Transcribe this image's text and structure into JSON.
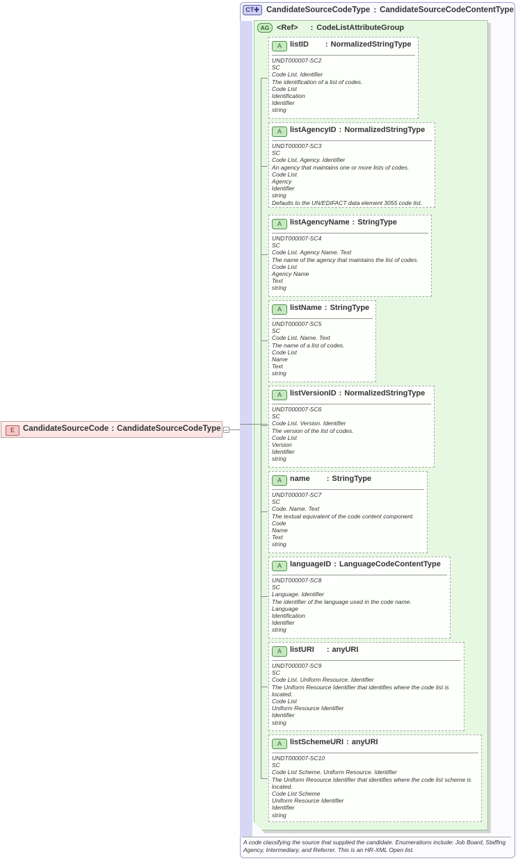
{
  "element": {
    "badge": "E",
    "name": "CandidateSourceCode",
    "type": "CandidateSourceCodeType",
    "collapse_glyph": "−"
  },
  "complex_type": {
    "badge": "CT",
    "name": "CandidateSourceCodeType",
    "type": "CandidateSourceCodeContentType",
    "documentation": "A code classifying the source that supplied the candidate. Enumerations include: Job Board, Staffing Agency, Intermediary, and Referrer. This is an HR-XML Open list."
  },
  "attribute_group": {
    "badge": "AG",
    "ref": "<Ref>",
    "name": "CodeListAttributeGroup"
  },
  "attributes": [
    {
      "badge": "A",
      "name": "listID",
      "type": "NormalizedStringType",
      "doc": [
        "UNDT000007-SC2",
        "SC",
        "Code List. Identifier",
        "The identification of a list of codes.",
        "Code List",
        "Identification",
        "Identifier",
        "string"
      ]
    },
    {
      "badge": "A",
      "name": "listAgencyID",
      "type": "NormalizedStringType",
      "doc": [
        "UNDT000007-SC3",
        "SC",
        "Code List. Agency. Identifier",
        "An agency that maintains one or more lists of codes.",
        "Code List",
        "Agency",
        "Identifier",
        "string",
        "Defaults to the UN/EDIFACT data element 3055 code list."
      ]
    },
    {
      "badge": "A",
      "name": "listAgencyName",
      "type": "StringType",
      "doc": [
        "UNDT000007-SC4",
        "SC",
        "Code List. Agency Name. Text",
        "The name of the agency that maintains the list of codes.",
        "Code List",
        "Agency Name",
        "Text",
        "string"
      ]
    },
    {
      "badge": "A",
      "name": "listName",
      "type": "StringType",
      "doc": [
        "UNDT000007-SC5",
        "SC",
        "Code List. Name. Text",
        "The name of a list of codes.",
        "Code List",
        "Name",
        "Text",
        "string"
      ]
    },
    {
      "badge": "A",
      "name": "listVersionID",
      "type": "NormalizedStringType",
      "doc": [
        "UNDT000007-SC6",
        "SC",
        "Code List. Version. Identifier",
        "The version of the list of codes.",
        "Code List",
        "Version",
        "Identifier",
        "string"
      ]
    },
    {
      "badge": "A",
      "name": "name",
      "type": "StringType",
      "doc": [
        "UNDT000007-SC7",
        "SC",
        "Code. Name. Text",
        "The textual equivalent of the code content component.",
        "Code",
        "Name",
        "Text",
        "string"
      ]
    },
    {
      "badge": "A",
      "name": "languageID",
      "type": "LanguageCodeContentType",
      "doc": [
        "UNDT000007-SC8",
        "SC",
        "Language. Identifier",
        "The identifier of the language used in the code name.",
        "Language",
        "Identification",
        "Identifier",
        "string"
      ]
    },
    {
      "badge": "A",
      "name": "listURI",
      "type": "anyURI",
      "doc": [
        "UNDT000007-SC9",
        "SC",
        "Code List. Uniform Resource. Identifier",
        "The Uniform Resource Identifier that identifies where the code list is located.",
        "Code List",
        "Uniform Resource Identifier",
        "Identifier",
        "string"
      ]
    },
    {
      "badge": "A",
      "name": "listSchemeURI",
      "type": "anyURI",
      "doc": [
        "UNDT000007-SC10",
        "SC",
        "Code List Scheme. Uniform Resource. Identifier",
        "The Uniform Resource Identifier that identifies where the code list scheme is located.",
        "Code List Scheme",
        "Uniform Resource Identifier",
        "Identifier",
        "string"
      ]
    }
  ]
}
